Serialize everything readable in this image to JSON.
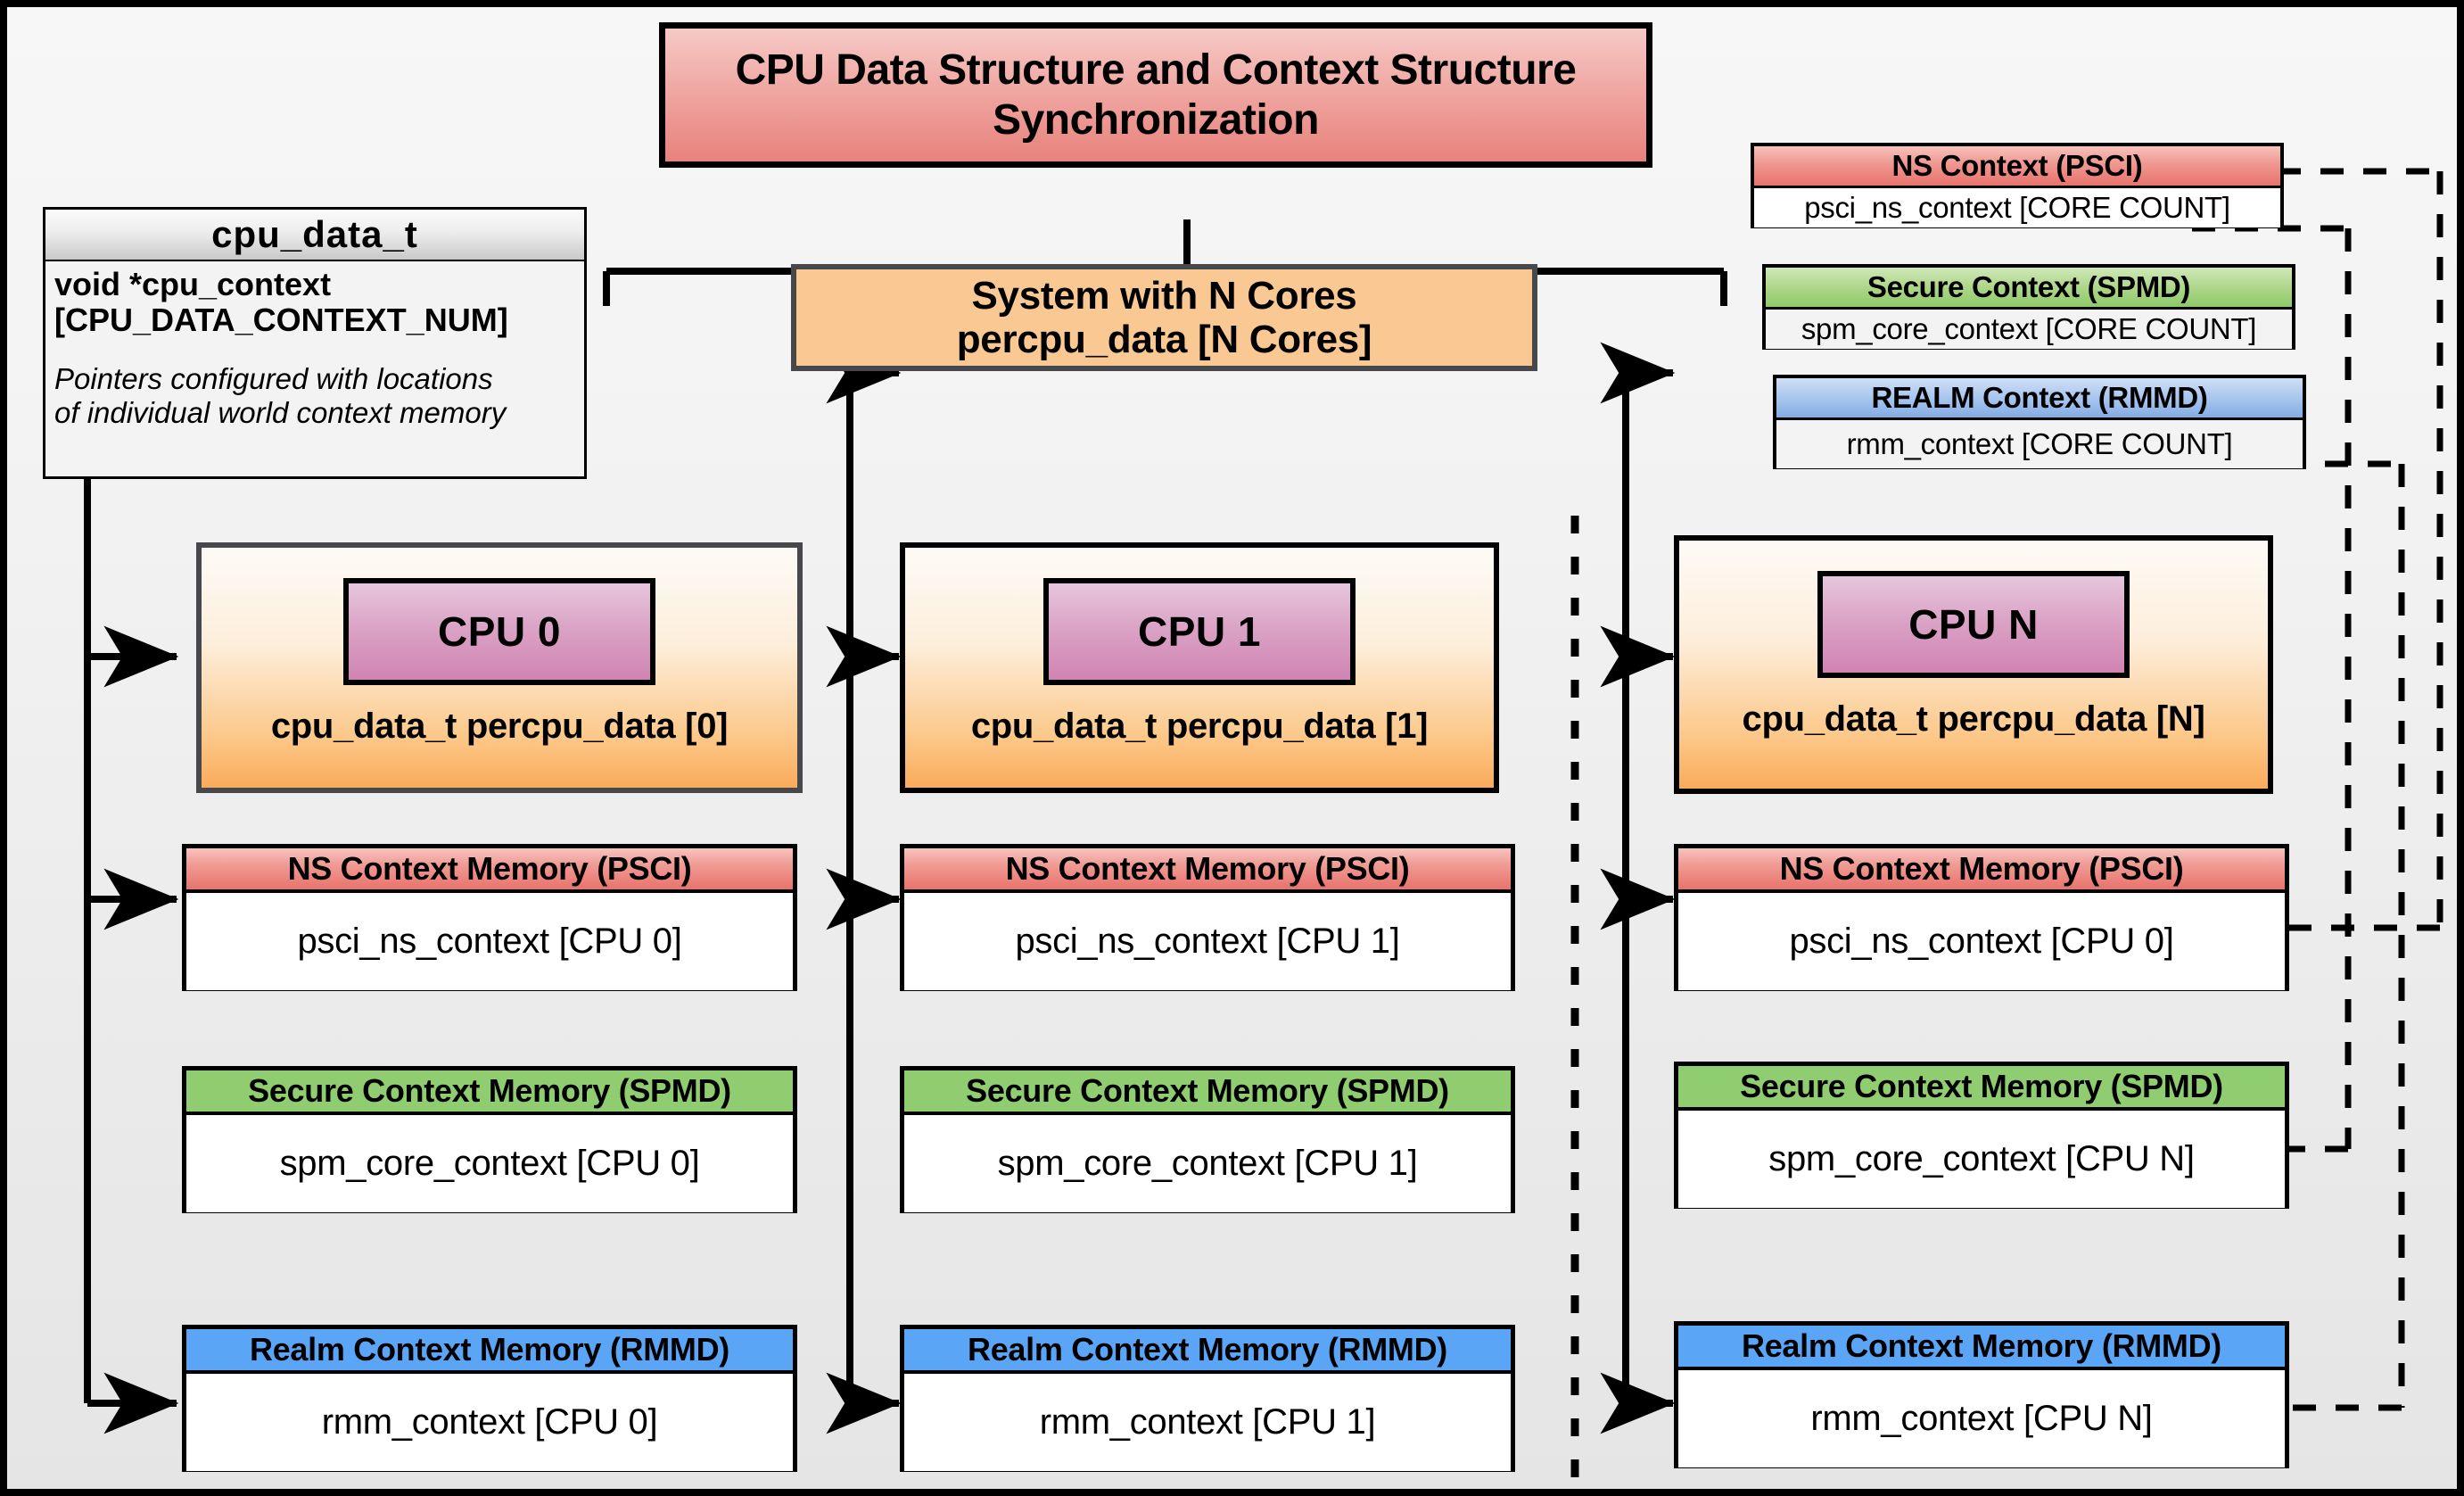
{
  "title": {
    "line1": "CPU Data Structure and Context Structure",
    "line2": "Synchronization"
  },
  "cpu_data_struct": {
    "header": "cpu_data_t",
    "field_line1": "void  *cpu_context",
    "field_line2": "[CPU_DATA_CONTEXT_NUM]",
    "note_line1": "Pointers configured with locations",
    "note_line2": "of individual world context memory"
  },
  "system": {
    "line1": "System with N Cores",
    "line2": "percpu_data [N Cores]"
  },
  "legend": [
    {
      "header": "NS Context  (PSCI)",
      "body": "psci_ns_context [CORE COUNT]",
      "color": "#e8736c"
    },
    {
      "header": "Secure Context (SPMD)",
      "body": "spm_core_context [CORE COUNT]",
      "color": "#8fc96a"
    },
    {
      "header": "REALM Context (RMMD)",
      "body": "rmm_context [CORE COUNT]",
      "color": "#83ace4"
    }
  ],
  "columns": [
    {
      "chip": "CPU 0",
      "array": "cpu_data_t percpu_data [0]",
      "contexts": [
        {
          "header": "NS Context Memory (PSCI)",
          "body": "psci_ns_context [CPU 0]"
        },
        {
          "header": "Secure Context Memory (SPMD)",
          "body": "spm_core_context [CPU 0]"
        },
        {
          "header": "Realm Context Memory (RMMD)",
          "body": "rmm_context [CPU 0]"
        }
      ]
    },
    {
      "chip": "CPU 1",
      "array": "cpu_data_t percpu_data [1]",
      "contexts": [
        {
          "header": "NS Context Memory (PSCI)",
          "body": "psci_ns_context [CPU 1]"
        },
        {
          "header": "Secure Context Memory (SPMD)",
          "body": "spm_core_context [CPU 1]"
        },
        {
          "header": "Realm Context Memory (RMMD)",
          "body": "rmm_context [CPU 1]"
        }
      ]
    },
    {
      "chip": "CPU N",
      "array": "cpu_data_t percpu_data [N]",
      "contexts": [
        {
          "header": "NS Context Memory (PSCI)",
          "body": "psci_ns_context [CPU 0]"
        },
        {
          "header": "Secure Context Memory (SPMD)",
          "body": "spm_core_context [CPU N]"
        },
        {
          "header": "Realm Context Memory (RMMD)",
          "body": "rmm_context [CPU N]"
        }
      ]
    }
  ],
  "colors": {
    "ns_red": "#e8736c",
    "secure_green": "#8fc96a",
    "realm_blue": "#5ba5f7",
    "cpu_orange": "#faab5b",
    "cpu_chip_pink": "#d083b2",
    "system_peach": "#fac892",
    "frame_black": "#000000",
    "canvas_gray": "#eaeaea"
  }
}
